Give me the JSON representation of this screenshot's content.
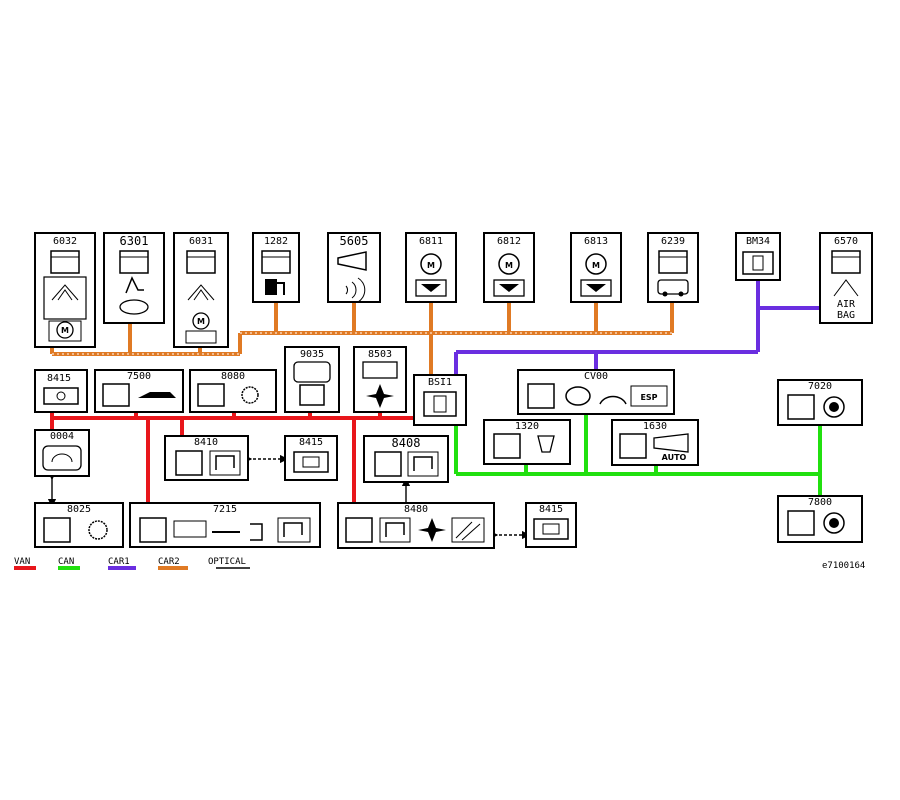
{
  "colors": {
    "van": "#e8161b",
    "can": "#21e00f",
    "car1": "#6a2ee0",
    "car2": "#e07a24",
    "optical": "#000000"
  },
  "modules": {
    "m6032": "6032",
    "m6301": "6301",
    "m6031": "6031",
    "m1282": "1282",
    "m5605": "5605",
    "m6811": "6811",
    "m6812": "6812",
    "m6813": "6813",
    "m6239": "6239",
    "bm34": "BM34",
    "m6570": "6570",
    "m8415a": "8415",
    "m7500": "7500",
    "m8080": "8080",
    "m9035": "9035",
    "m8503": "8503",
    "bsi1": "BSI1",
    "cv00": "CV00",
    "m7020": "7020",
    "m0004": "0004",
    "m8410": "8410",
    "m8415b": "8415",
    "m8408": "8408",
    "m1320": "1320",
    "m1630": "1630",
    "m8025": "8025",
    "m7215": "7215",
    "m8480": "8480",
    "m8415c": "8415",
    "m7800": "7800"
  },
  "icon_text": {
    "air": "AIR",
    "bag": "BAG",
    "esp": "ESP",
    "auto": "AUTO",
    "motor": "M"
  },
  "legend": {
    "van": "VAN",
    "can": "CAN",
    "car1": "CAR1",
    "car2": "CAR2",
    "optical": "OPTICAL"
  },
  "reference": "e7100164"
}
